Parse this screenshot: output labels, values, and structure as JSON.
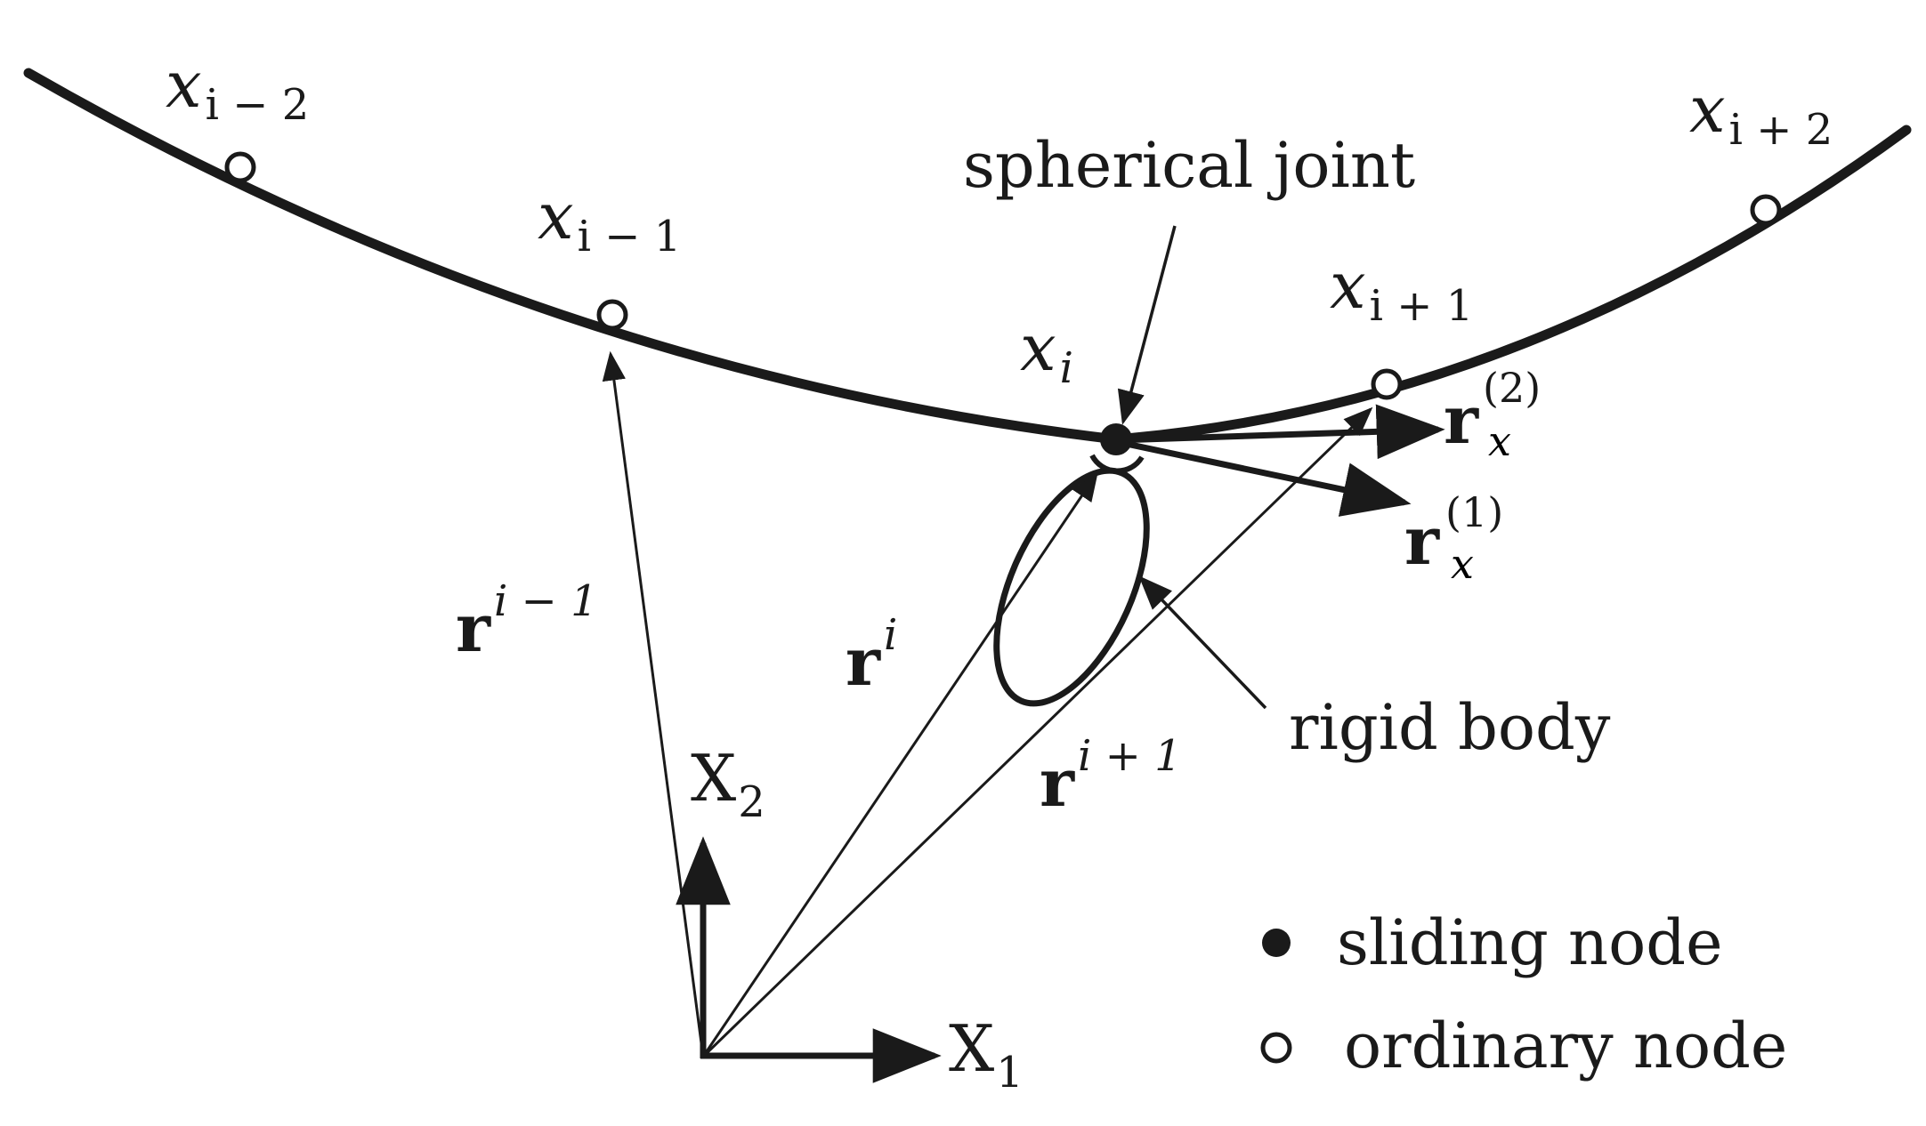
{
  "diagram": {
    "colors": {
      "ink": "#1a1a1a",
      "background": "#ffffff"
    },
    "nodes": [
      {
        "id": "x_i-2",
        "base": "x",
        "sub": "i − 2",
        "kind": "ordinary"
      },
      {
        "id": "x_i-1",
        "base": "x",
        "sub": "i − 1",
        "kind": "ordinary"
      },
      {
        "id": "x_i",
        "base": "x",
        "sub": "i",
        "kind": "sliding"
      },
      {
        "id": "x_i+1",
        "base": "x",
        "sub": "i + 1",
        "kind": "ordinary"
      },
      {
        "id": "x_i+2",
        "base": "x",
        "sub": "i + 2",
        "kind": "ordinary"
      }
    ],
    "position_vectors": [
      {
        "base": "r",
        "sup": "i − 1"
      },
      {
        "base": "r",
        "sup": "i"
      },
      {
        "base": "r",
        "sup": "i + 1"
      }
    ],
    "tangents": [
      {
        "base": "r",
        "sub": "x",
        "sup": "(2)"
      },
      {
        "base": "r",
        "sub": "x",
        "sup": "(1)"
      }
    ],
    "axes": [
      {
        "base": "X",
        "sub": "2"
      },
      {
        "base": "X",
        "sub": "1"
      }
    ],
    "callouts": {
      "joint": "spherical joint",
      "body": "rigid body"
    },
    "legend": [
      {
        "marker": "filled",
        "label": "sliding node"
      },
      {
        "marker": "hollow",
        "label": "ordinary node"
      }
    ]
  }
}
